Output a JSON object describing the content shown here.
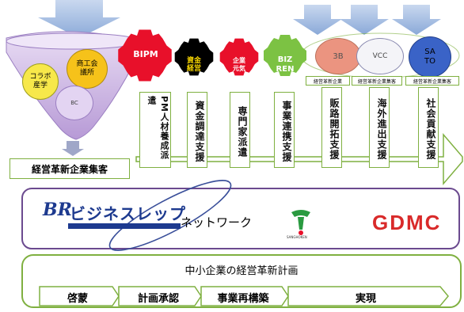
{
  "funnel": {
    "circles": [
      "コラボ\n産学",
      "商工会\n議所",
      "BC"
    ],
    "output_label": "経営革新企業集客"
  },
  "gears": [
    {
      "label": "BIPM",
      "color": "#e8102a"
    },
    {
      "label": "資金\n経営",
      "color": "#000000"
    },
    {
      "label": "企業\n元気",
      "color": "#e8102a"
    },
    {
      "label": "BIZ\nREN",
      "color": "#7cc243"
    }
  ],
  "right_circles": [
    {
      "label": "3B",
      "color": "#e8826a"
    },
    {
      "label": "VCC",
      "color": "#ffffff"
    },
    {
      "label": "SA\nTO",
      "color": "#3a63c7"
    }
  ],
  "small_boxes": [
    "経営革新企業",
    "経営革新企業集客",
    "経営革新企業集客"
  ],
  "services": [
    "PM人材養成派遣",
    "資金調達支援",
    "専門家派遣",
    "事業連携支援",
    "販路開拓支援",
    "海外進出支援",
    "社会貢献支援"
  ],
  "network": {
    "label": "ネットワーク",
    "logo_business": "ビジネスレップ",
    "logo_gdmc": "GDMC",
    "logo_small": "SANGHOKEN"
  },
  "plan": {
    "title": "中小企業の経営革新計画",
    "steps": [
      "啓蒙",
      "計画承認",
      "事業再構築",
      "実現"
    ]
  },
  "colors": {
    "accent_green": "#7fb040",
    "frame_purple": "#6b4a8f",
    "arrow_blue": "#8aa9d8"
  }
}
